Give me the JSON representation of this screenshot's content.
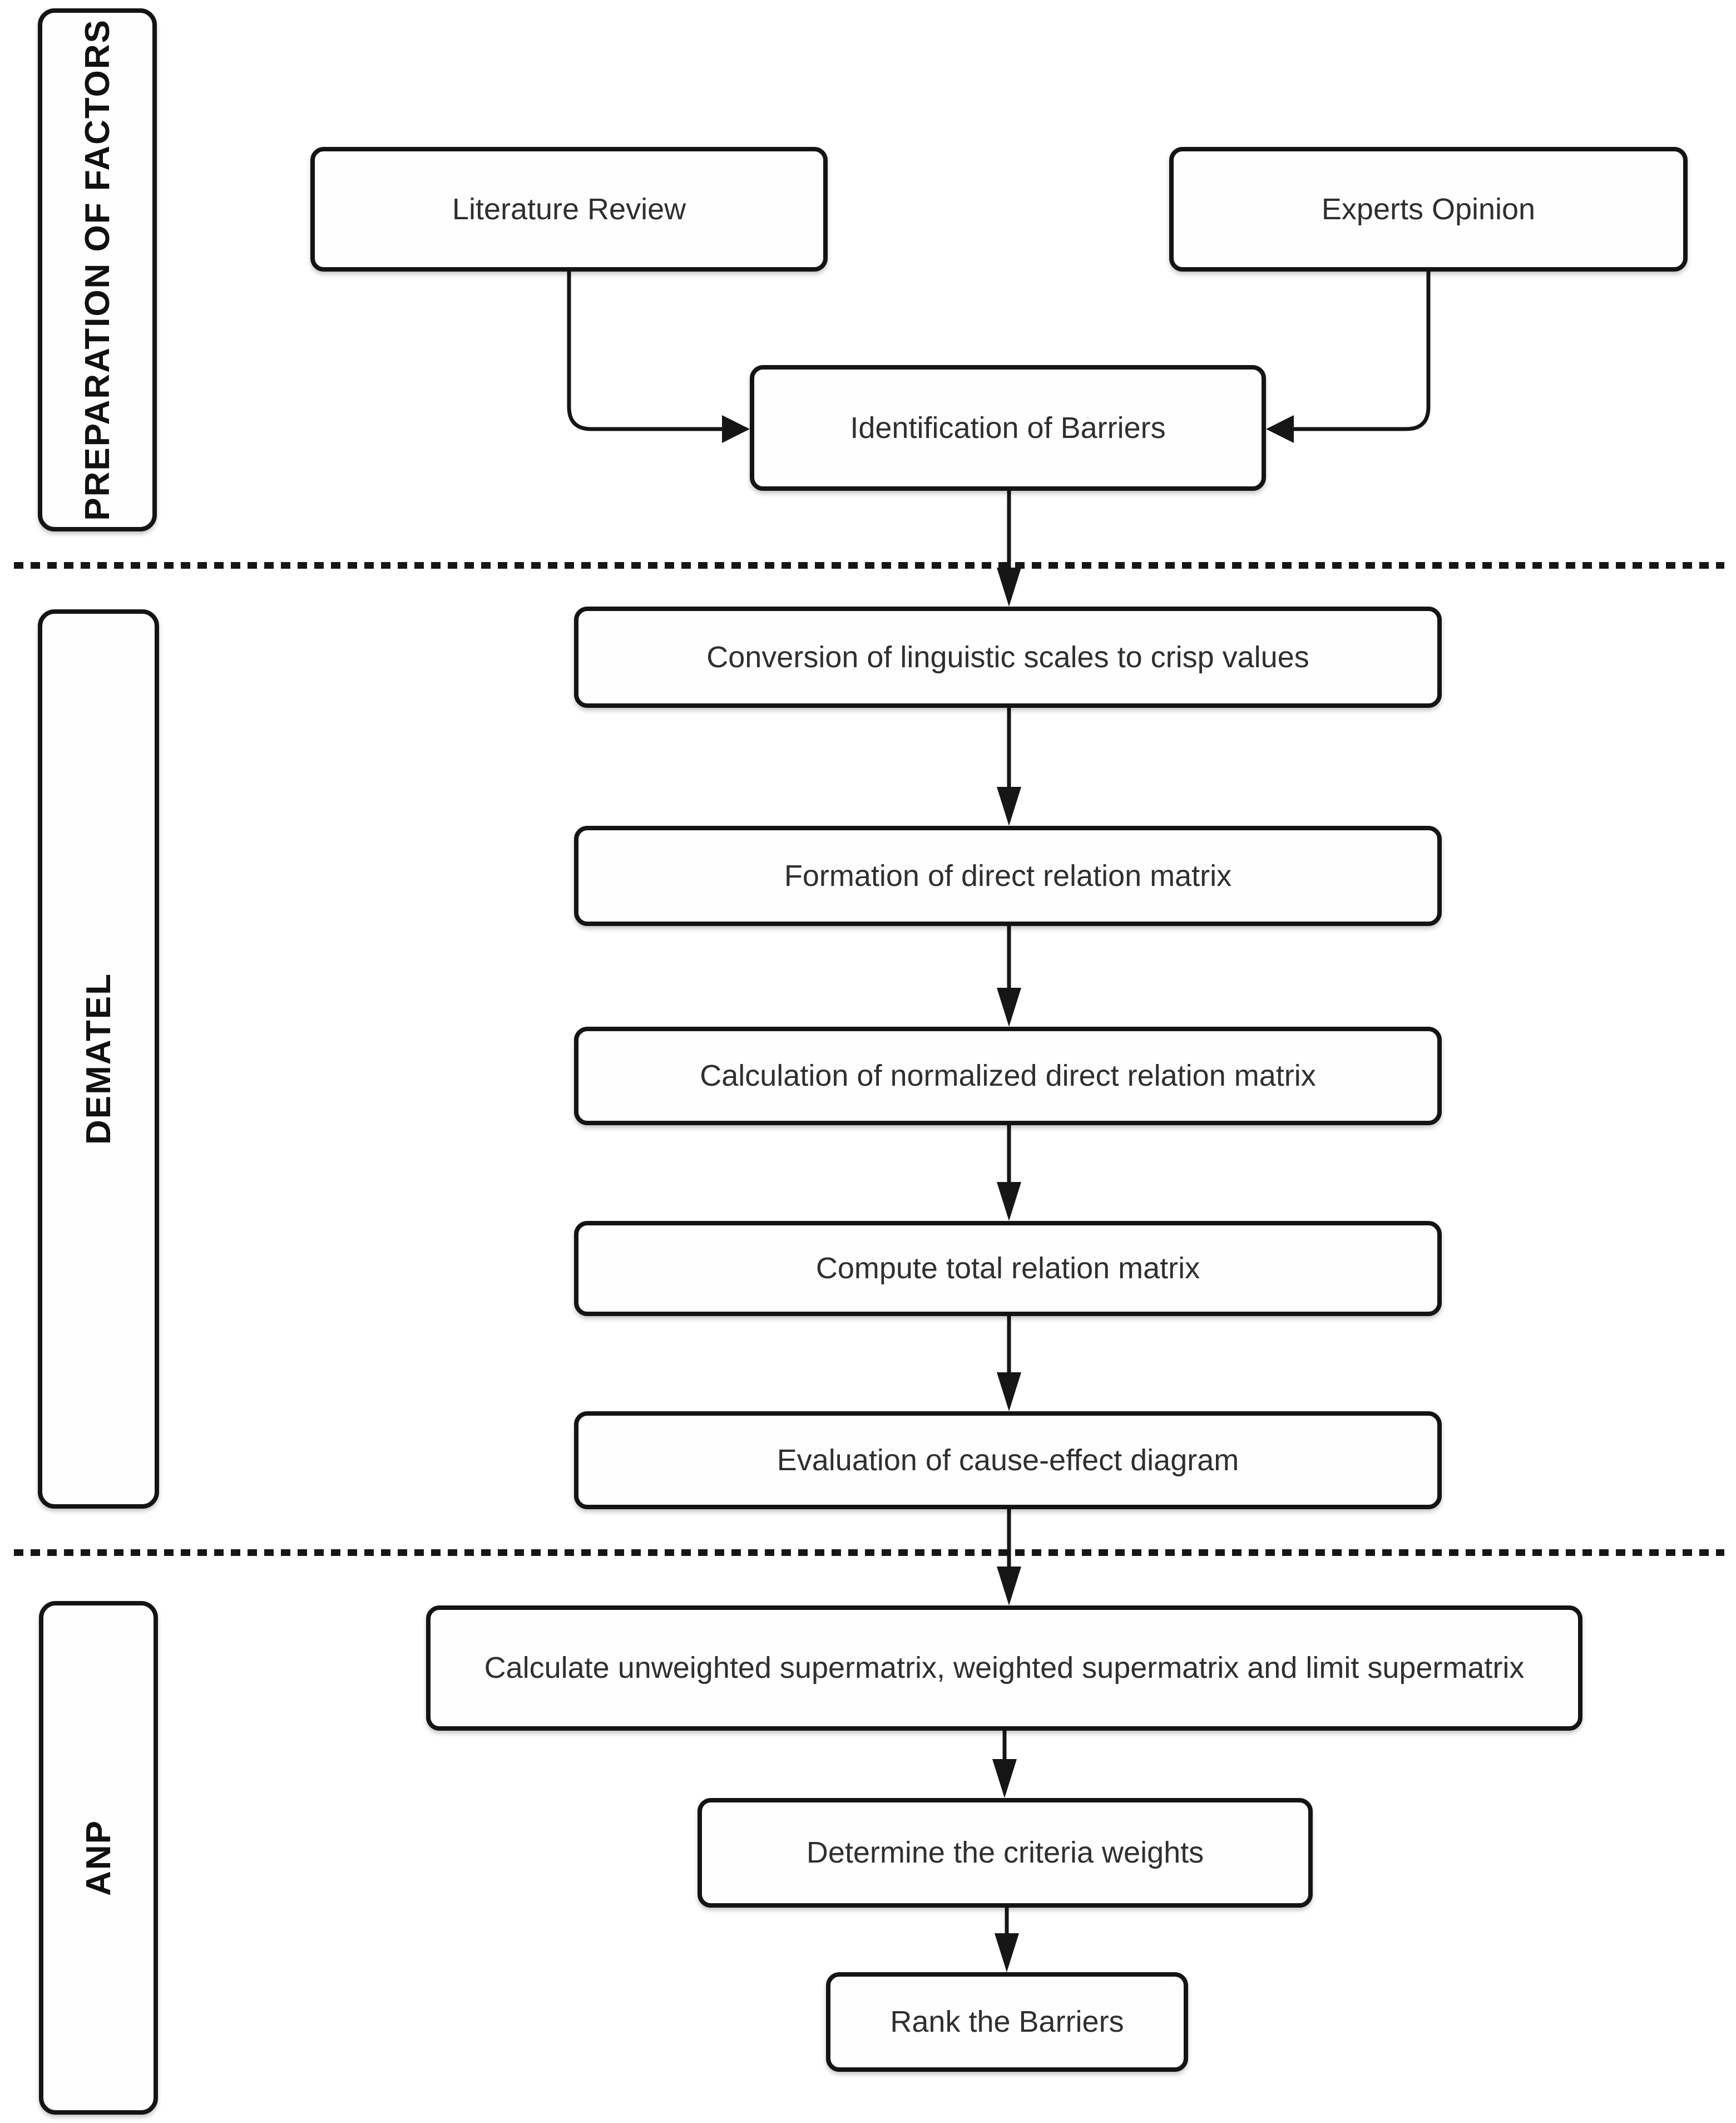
{
  "sections": [
    {
      "label": "PREPARATION OF FACTORS"
    },
    {
      "label": "DEMATEL"
    },
    {
      "label": "ANP"
    }
  ],
  "nodes": {
    "literature_review": "Literature Review",
    "experts_opinion": "Experts Opinion",
    "identification_of_barriers": "Identification of Barriers",
    "conversion_linguistic": "Conversion of linguistic scales to crisp values",
    "direct_relation_matrix": "Formation of direct relation matrix",
    "normalized_matrix": "Calculation of normalized direct relation matrix",
    "total_relation_matrix": "Compute total relation matrix",
    "cause_effect_diagram": "Evaluation of cause-effect diagram",
    "supermatrix": "Calculate unweighted supermatrix, weighted supermatrix and limit supermatrix",
    "criteria_weights": "Determine the criteria weights",
    "rank_barriers": "Rank the Barriers"
  },
  "colors": {
    "background": "#ffffff",
    "box_border": "#141414",
    "text": "#2f2f2f",
    "connector": "#161616"
  }
}
